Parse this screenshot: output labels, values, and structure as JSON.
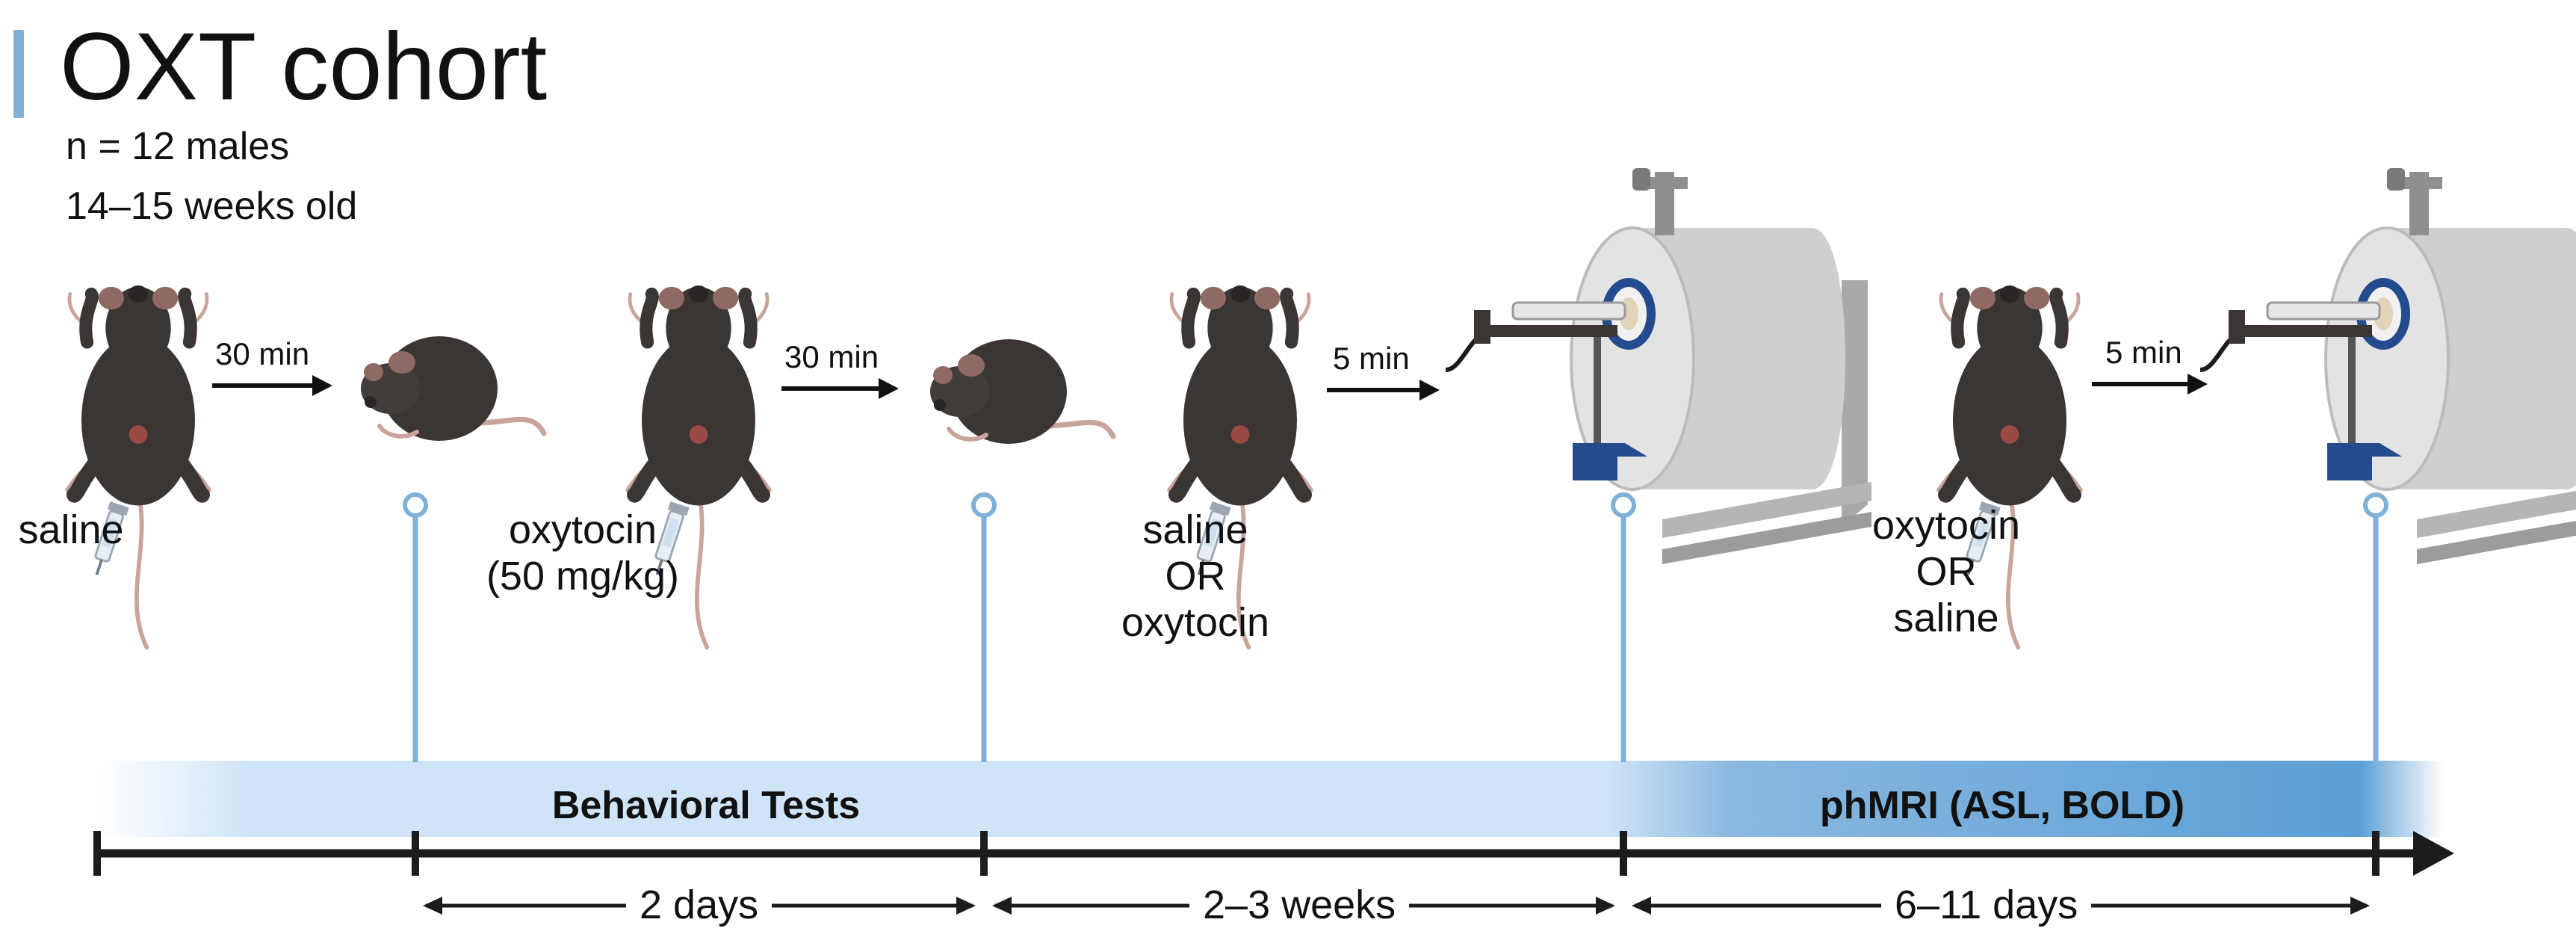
{
  "header": {
    "title": "OXT cohort",
    "subtitle_lines": [
      "n = 12 males",
      "14–15 weeks old"
    ]
  },
  "events": [
    {
      "injection_lines": [
        "saline"
      ],
      "interval": "30 min",
      "outcome": "behavior"
    },
    {
      "injection_lines": [
        "oxytocin",
        "(50 mg/kg)"
      ],
      "interval": "30 min",
      "outcome": "behavior"
    },
    {
      "injection_lines": [
        "saline",
        "OR",
        "oxytocin"
      ],
      "interval": "5 min",
      "outcome": "mri"
    },
    {
      "injection_lines": [
        "oxytocin",
        "OR",
        "saline"
      ],
      "interval": "5 min",
      "outcome": "mri"
    }
  ],
  "phases": [
    {
      "label": "Behavioral Tests"
    },
    {
      "label": "phMRI (ASL, BOLD)"
    }
  ],
  "durations": [
    {
      "label": "2 days"
    },
    {
      "label": "2–3 weeks"
    },
    {
      "label": "6–11 days"
    }
  ],
  "colors": {
    "marker": "#7fb1d8",
    "axis": "#1c1c1c",
    "band_light": "#cfe4f7",
    "band_dark": "#5a9fd6",
    "mouse": "#3b3634",
    "mouse_tail": "#c9a49a",
    "scanner_body": "#d8d8d8",
    "scanner_blue": "#234b8e"
  }
}
